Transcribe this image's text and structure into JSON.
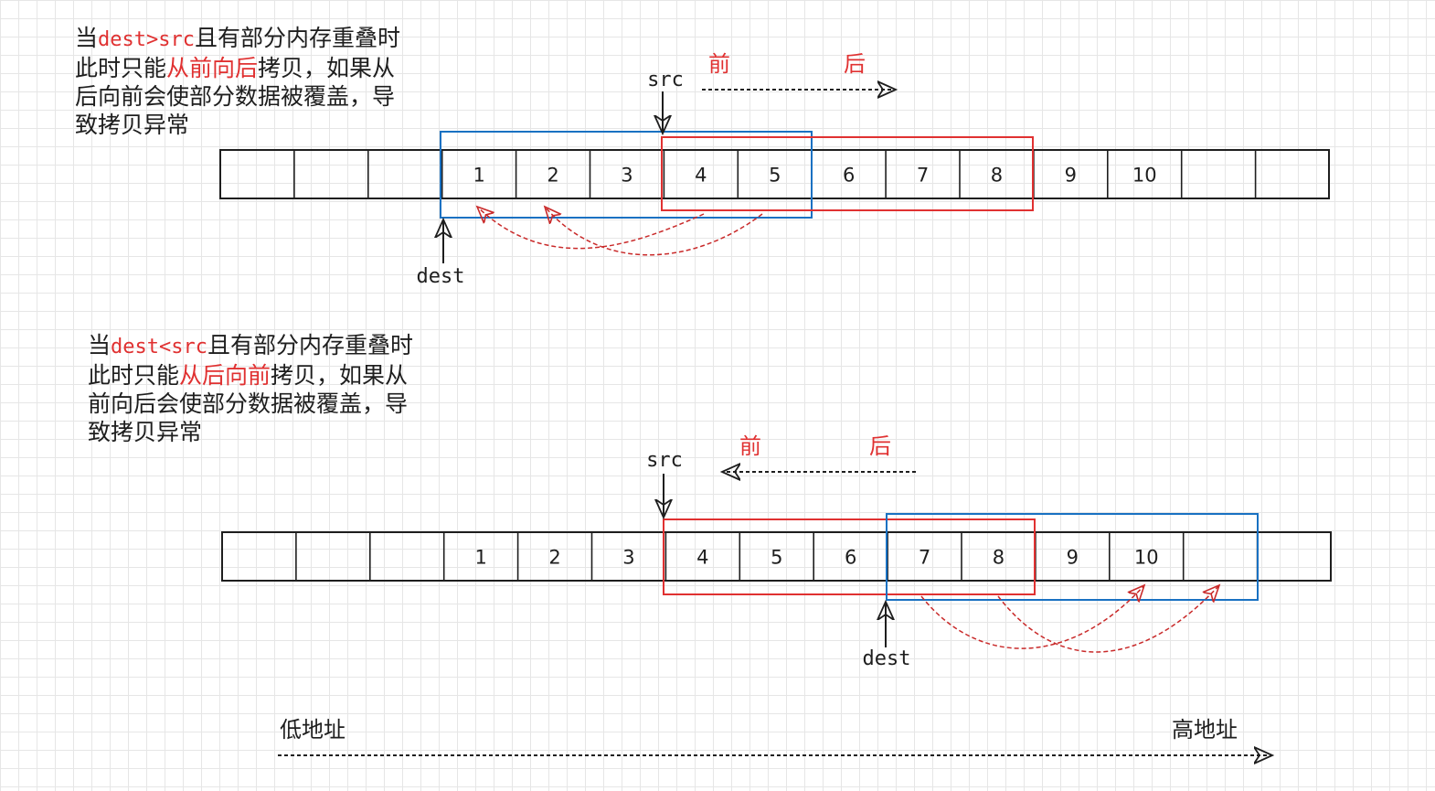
{
  "diagrams": [
    {
      "note": {
        "line1_prefix": "当",
        "line1_code": "dest>src",
        "line1_suffix": "且有部分内存重叠时",
        "line2_prefix": "此时只能",
        "line2_highlight": "从前向后",
        "line2_suffix": "拷贝，如果从",
        "line3": "后向前会使部分数据被覆盖，导",
        "line4": "致拷贝异常"
      },
      "cells": [
        "",
        "",
        "",
        "1",
        "2",
        "3",
        "4",
        "5",
        "6",
        "7",
        "8",
        "9",
        "10",
        "",
        ""
      ],
      "src_label": "src",
      "dest_label": "dest",
      "front_label": "前",
      "back_label": "后"
    },
    {
      "note": {
        "line1_prefix": "当",
        "line1_code": "dest<src",
        "line1_suffix": "且有部分内存重叠时",
        "line2_prefix": "此时只能",
        "line2_highlight": "从后向前",
        "line2_suffix": "拷贝，如果从",
        "line3": "前向后会使部分数据被覆盖，导",
        "line4": "致拷贝异常"
      },
      "cells": [
        "",
        "",
        "",
        "1",
        "2",
        "3",
        "4",
        "5",
        "6",
        "7",
        "8",
        "9",
        "10",
        "",
        ""
      ],
      "src_label": "src",
      "dest_label": "dest",
      "front_label": "前",
      "back_label": "后"
    }
  ],
  "address_axis": {
    "low_label": "低地址",
    "high_label": "高地址"
  },
  "colors": {
    "highlight": "#e03131",
    "blue_box": "#1971c2",
    "red_box": "#e03131",
    "copy_arrow": "#c92a2a",
    "ink": "#1e1e1e"
  }
}
